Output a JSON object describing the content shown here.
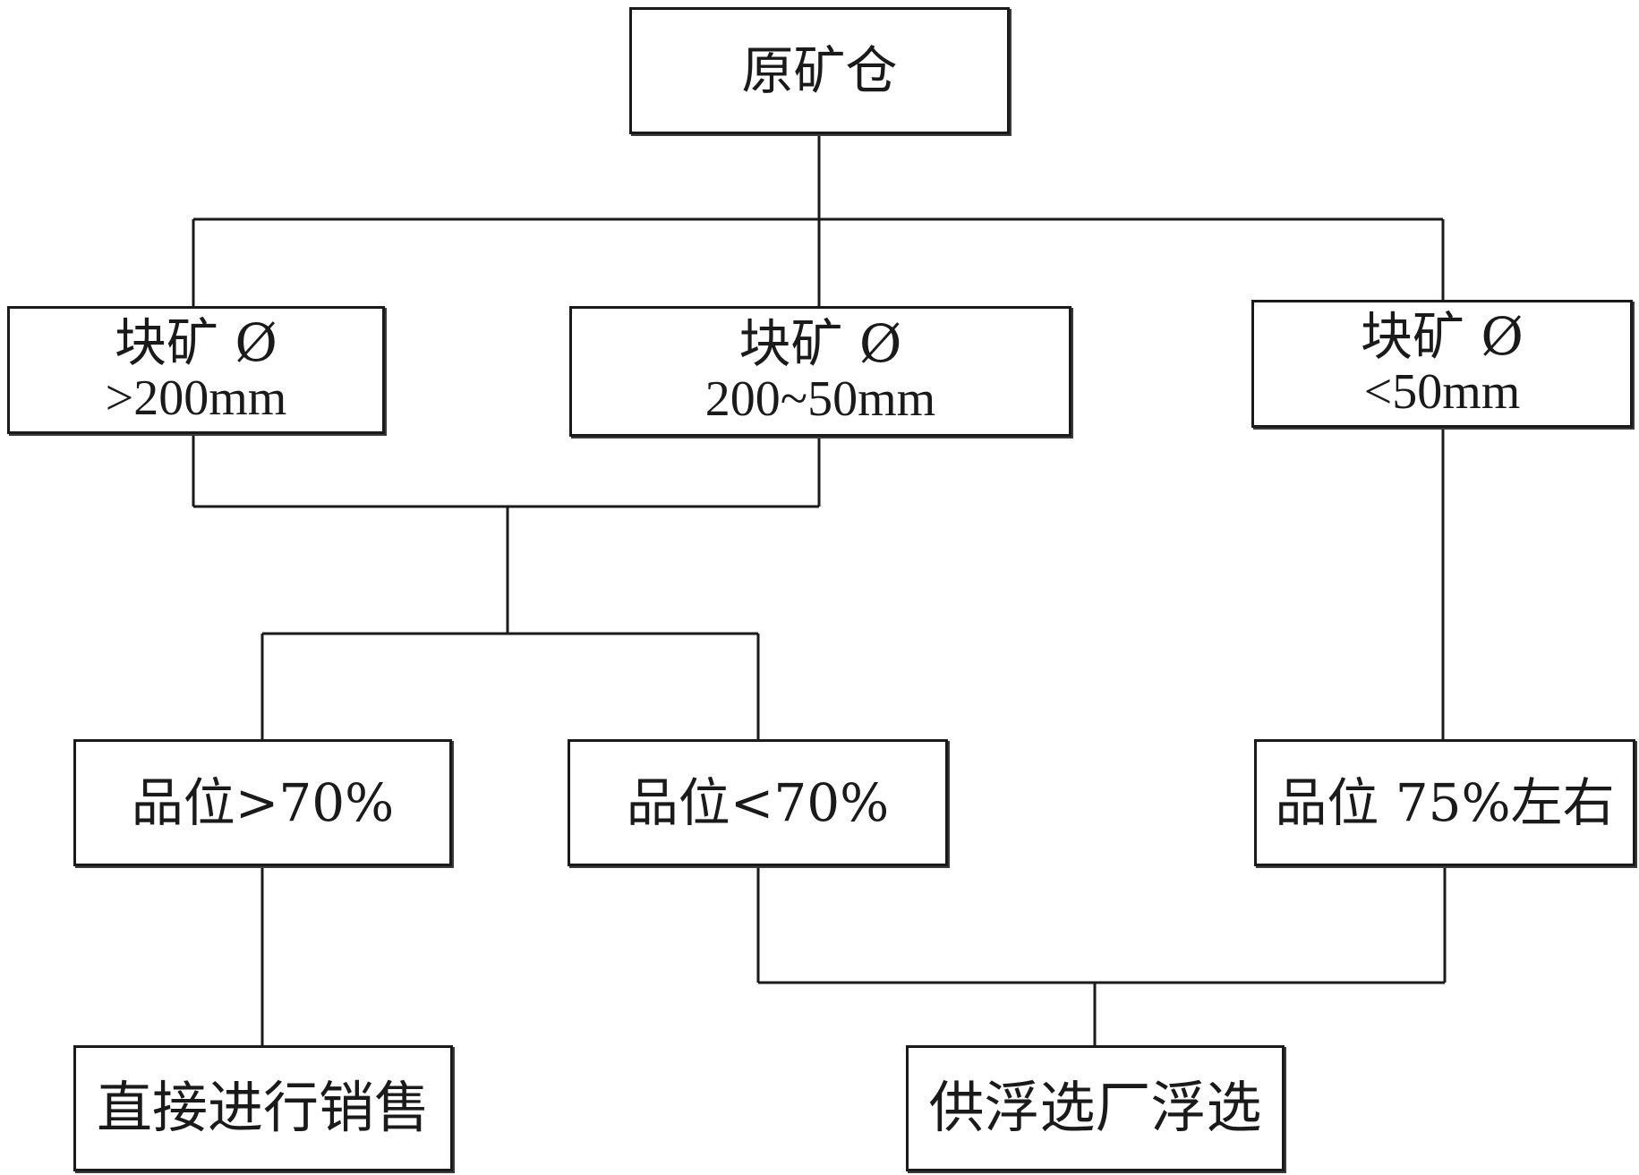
{
  "nodes": {
    "raw_ore_bin": {
      "label": "原矿仓"
    },
    "lump_large": {
      "line1": "块矿 Ø",
      "line2": ">200mm"
    },
    "lump_medium": {
      "line1": "块矿 Ø",
      "line2": "200~50mm"
    },
    "lump_small": {
      "line1": "块矿 Ø",
      "line2": "<50mm"
    },
    "grade_high": {
      "label": "品位>70%"
    },
    "grade_low": {
      "label": "品位<70%"
    },
    "grade_75": {
      "label": "品位 75%左右"
    },
    "direct_sale": {
      "label": "直接进行销售"
    },
    "flotation": {
      "label": "供浮选厂浮选"
    }
  }
}
